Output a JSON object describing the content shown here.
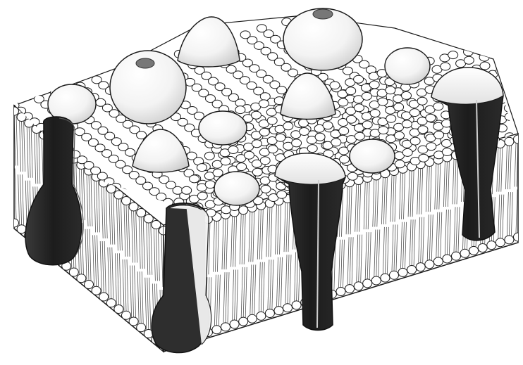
{
  "figure": {
    "kind": "fluid-mosaic-membrane-illustration",
    "labels": [],
    "colors": {
      "background": "#ffffff",
      "ink": "#1a1a1a",
      "head_fill": "#ffffff",
      "protein_light": "#f1f1f1",
      "protein_dark": "#232323"
    },
    "elements": [
      "phospholipid-bilayer",
      "peripheral-protein-domes",
      "integral-proteins-dumbbell",
      "channel-proteins"
    ]
  }
}
